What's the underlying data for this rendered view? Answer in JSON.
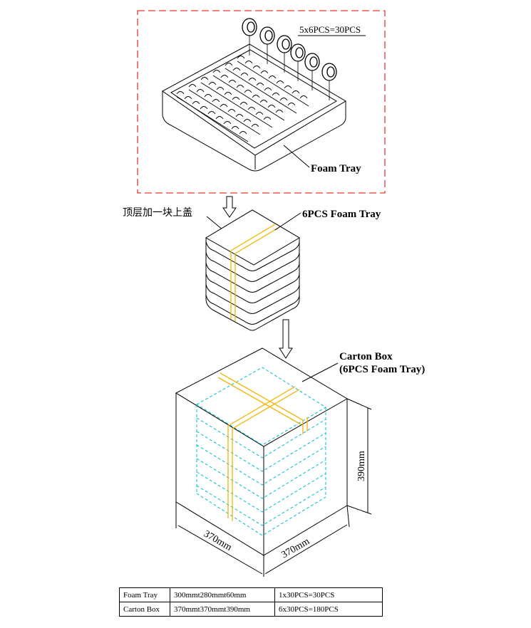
{
  "labels": {
    "tray_count": "5x6PCS=30PCS",
    "foam_tray": "Foam Tray",
    "top_cover_note": "顶层加一块上盖",
    "stack": "6PCS Foam Tray",
    "carton_line1": "Carton Box",
    "carton_line2": "(6PCS Foam Tray)",
    "height_dim": "390mm",
    "width_dim_left": "370mm",
    "width_dim_right": "370mm"
  },
  "colors": {
    "outline": "#000000",
    "dashed_border": "#e53935",
    "strap": "#f4b400",
    "inner_dashed": "#00bcd4"
  },
  "spec_table": [
    {
      "item": "Foam Tray",
      "size": "300mmt280mmt60mm",
      "qty": "1x30PCS=30PCS"
    },
    {
      "item": "Carton Box",
      "size": "370mmt370mmt390mm",
      "qty": "6x30PCS=180PCS"
    }
  ]
}
